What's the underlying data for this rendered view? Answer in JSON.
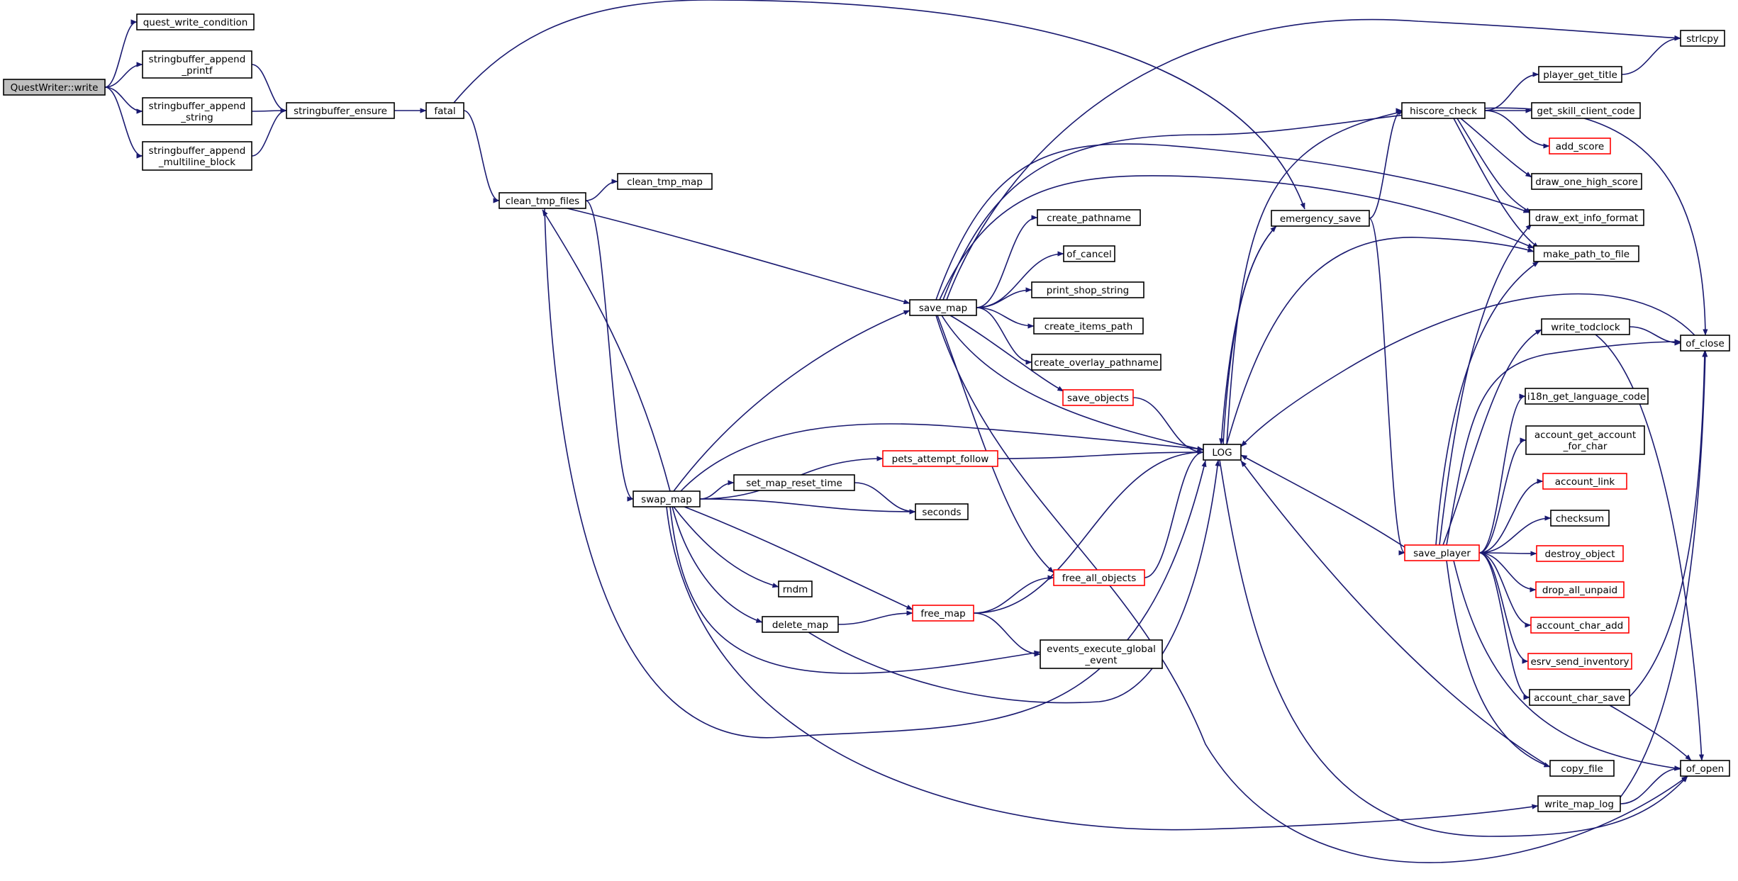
{
  "colors": {
    "edge": "#191970",
    "normal_border": "#000000",
    "linked_border": "#ff0000",
    "root_fill": "#bfbfbf",
    "node_fill": "#ffffff"
  },
  "nodes": {
    "questwriter_write": {
      "label": [
        "QuestWriter::write"
      ],
      "style": "root"
    },
    "quest_write_condition": {
      "label": [
        "quest_write_condition"
      ],
      "style": "normal"
    },
    "stringbuffer_append_printf": {
      "label": [
        "stringbuffer_append",
        "_printf"
      ],
      "style": "normal"
    },
    "stringbuffer_append_string": {
      "label": [
        "stringbuffer_append",
        "_string"
      ],
      "style": "normal"
    },
    "stringbuffer_append_multiline_block": {
      "label": [
        "stringbuffer_append",
        "_multiline_block"
      ],
      "style": "normal"
    },
    "stringbuffer_ensure": {
      "label": [
        "stringbuffer_ensure"
      ],
      "style": "normal"
    },
    "fatal": {
      "label": [
        "fatal"
      ],
      "style": "normal"
    },
    "clean_tmp_files": {
      "label": [
        "clean_tmp_files"
      ],
      "style": "normal"
    },
    "clean_tmp_map": {
      "label": [
        "clean_tmp_map"
      ],
      "style": "normal"
    },
    "swap_map": {
      "label": [
        "swap_map"
      ],
      "style": "normal"
    },
    "save_map": {
      "label": [
        "save_map"
      ],
      "style": "normal"
    },
    "create_pathname": {
      "label": [
        "create_pathname"
      ],
      "style": "normal"
    },
    "of_cancel": {
      "label": [
        "of_cancel"
      ],
      "style": "normal"
    },
    "print_shop_string": {
      "label": [
        "print_shop_string"
      ],
      "style": "normal"
    },
    "create_items_path": {
      "label": [
        "create_items_path"
      ],
      "style": "normal"
    },
    "create_overlay_pathname": {
      "label": [
        "create_overlay_pathname"
      ],
      "style": "normal"
    },
    "save_objects": {
      "label": [
        "save_objects"
      ],
      "style": "linked"
    },
    "pets_attempt_follow": {
      "label": [
        "pets_attempt_follow"
      ],
      "style": "linked"
    },
    "set_map_reset_time": {
      "label": [
        "set_map_reset_time"
      ],
      "style": "normal"
    },
    "seconds": {
      "label": [
        "seconds"
      ],
      "style": "normal"
    },
    "rndm": {
      "label": [
        "rndm"
      ],
      "style": "normal"
    },
    "delete_map": {
      "label": [
        "delete_map"
      ],
      "style": "normal"
    },
    "free_map": {
      "label": [
        "free_map"
      ],
      "style": "linked"
    },
    "free_all_objects": {
      "label": [
        "free_all_objects"
      ],
      "style": "linked"
    },
    "events_execute_global_event": {
      "label": [
        "events_execute_global",
        "_event"
      ],
      "style": "normal"
    },
    "log": {
      "label": [
        "LOG"
      ],
      "style": "normal"
    },
    "emergency_save": {
      "label": [
        "emergency_save"
      ],
      "style": "normal"
    },
    "hiscore_check": {
      "label": [
        "hiscore_check"
      ],
      "style": "normal"
    },
    "save_player": {
      "label": [
        "save_player"
      ],
      "style": "linked"
    },
    "strlcpy": {
      "label": [
        "strlcpy"
      ],
      "style": "normal"
    },
    "player_get_title": {
      "label": [
        "player_get_title"
      ],
      "style": "normal"
    },
    "get_skill_client_code": {
      "label": [
        "get_skill_client_code"
      ],
      "style": "normal"
    },
    "add_score": {
      "label": [
        "add_score"
      ],
      "style": "linked"
    },
    "draw_one_high_score": {
      "label": [
        "draw_one_high_score"
      ],
      "style": "normal"
    },
    "draw_ext_info_format": {
      "label": [
        "draw_ext_info_format"
      ],
      "style": "normal"
    },
    "make_path_to_file": {
      "label": [
        "make_path_to_file"
      ],
      "style": "normal"
    },
    "write_todclock": {
      "label": [
        "write_todclock"
      ],
      "style": "normal"
    },
    "of_close": {
      "label": [
        "of_close"
      ],
      "style": "normal"
    },
    "i18n_get_language_code": {
      "label": [
        "i18n_get_language_code"
      ],
      "style": "normal"
    },
    "account_get_account_for_char": {
      "label": [
        "account_get_account",
        "_for_char"
      ],
      "style": "normal"
    },
    "account_link": {
      "label": [
        "account_link"
      ],
      "style": "linked"
    },
    "checksum": {
      "label": [
        "checksum"
      ],
      "style": "normal"
    },
    "destroy_object": {
      "label": [
        "destroy_object"
      ],
      "style": "linked"
    },
    "drop_all_unpaid": {
      "label": [
        "drop_all_unpaid"
      ],
      "style": "linked"
    },
    "account_char_add": {
      "label": [
        "account_char_add"
      ],
      "style": "linked"
    },
    "esrv_send_inventory": {
      "label": [
        "esrv_send_inventory"
      ],
      "style": "linked"
    },
    "account_char_save": {
      "label": [
        "account_char_save"
      ],
      "style": "normal"
    },
    "copy_file": {
      "label": [
        "copy_file"
      ],
      "style": "normal"
    },
    "of_open": {
      "label": [
        "of_open"
      ],
      "style": "normal"
    },
    "write_map_log": {
      "label": [
        "write_map_log"
      ],
      "style": "normal"
    }
  },
  "edges": [
    [
      "questwriter_write",
      "quest_write_condition"
    ],
    [
      "questwriter_write",
      "stringbuffer_append_printf"
    ],
    [
      "questwriter_write",
      "stringbuffer_append_string"
    ],
    [
      "questwriter_write",
      "stringbuffer_append_multiline_block"
    ],
    [
      "stringbuffer_append_printf",
      "stringbuffer_ensure"
    ],
    [
      "stringbuffer_append_string",
      "stringbuffer_ensure"
    ],
    [
      "stringbuffer_append_multiline_block",
      "stringbuffer_ensure"
    ],
    [
      "stringbuffer_ensure",
      "fatal"
    ],
    [
      "fatal",
      "clean_tmp_files"
    ],
    [
      "fatal",
      "emergency_save"
    ],
    [
      "clean_tmp_files",
      "clean_tmp_map"
    ],
    [
      "clean_tmp_files",
      "save_map"
    ],
    [
      "clean_tmp_files",
      "swap_map"
    ],
    [
      "clean_tmp_files",
      "log"
    ],
    [
      "swap_map",
      "save_map"
    ],
    [
      "swap_map",
      "log"
    ],
    [
      "swap_map",
      "pets_attempt_follow"
    ],
    [
      "swap_map",
      "set_map_reset_time"
    ],
    [
      "swap_map",
      "seconds"
    ],
    [
      "swap_map",
      "rndm"
    ],
    [
      "swap_map",
      "delete_map"
    ],
    [
      "swap_map",
      "free_map"
    ],
    [
      "swap_map",
      "events_execute_global_event"
    ],
    [
      "swap_map",
      "write_map_log"
    ],
    [
      "swap_map",
      "clean_tmp_files"
    ],
    [
      "set_map_reset_time",
      "seconds"
    ],
    [
      "save_map",
      "create_pathname"
    ],
    [
      "save_map",
      "of_cancel"
    ],
    [
      "save_map",
      "print_shop_string"
    ],
    [
      "save_map",
      "create_items_path"
    ],
    [
      "save_map",
      "create_overlay_pathname"
    ],
    [
      "save_map",
      "save_objects"
    ],
    [
      "save_map",
      "log"
    ],
    [
      "save_map",
      "free_all_objects"
    ],
    [
      "save_map",
      "strlcpy"
    ],
    [
      "save_map",
      "of_close"
    ],
    [
      "save_map",
      "draw_ext_info_format"
    ],
    [
      "save_map",
      "make_path_to_file"
    ],
    [
      "save_map",
      "of_open"
    ],
    [
      "save_objects",
      "log"
    ],
    [
      "pets_attempt_follow",
      "log"
    ],
    [
      "delete_map",
      "free_map"
    ],
    [
      "delete_map",
      "log"
    ],
    [
      "free_map",
      "free_all_objects"
    ],
    [
      "free_map",
      "events_execute_global_event"
    ],
    [
      "free_map",
      "log"
    ],
    [
      "free_all_objects",
      "log"
    ],
    [
      "emergency_save",
      "hiscore_check"
    ],
    [
      "emergency_save",
      "save_player"
    ],
    [
      "emergency_save",
      "log"
    ],
    [
      "log",
      "emergency_save"
    ],
    [
      "log",
      "hiscore_check"
    ],
    [
      "log",
      "make_path_to_file"
    ],
    [
      "log",
      "of_open"
    ],
    [
      "hiscore_check",
      "player_get_title"
    ],
    [
      "hiscore_check",
      "get_skill_client_code"
    ],
    [
      "hiscore_check",
      "add_score"
    ],
    [
      "hiscore_check",
      "draw_one_high_score"
    ],
    [
      "hiscore_check",
      "draw_ext_info_format"
    ],
    [
      "hiscore_check",
      "make_path_to_file"
    ],
    [
      "player_get_title",
      "strlcpy"
    ],
    [
      "save_player",
      "log"
    ],
    [
      "save_player",
      "draw_ext_info_format"
    ],
    [
      "save_player",
      "make_path_to_file"
    ],
    [
      "save_player",
      "write_todclock"
    ],
    [
      "save_player",
      "of_close"
    ],
    [
      "save_player",
      "i18n_get_language_code"
    ],
    [
      "save_player",
      "account_get_account_for_char"
    ],
    [
      "save_player",
      "account_link"
    ],
    [
      "save_player",
      "checksum"
    ],
    [
      "save_player",
      "destroy_object"
    ],
    [
      "save_player",
      "drop_all_unpaid"
    ],
    [
      "save_player",
      "account_char_add"
    ],
    [
      "save_player",
      "esrv_send_inventory"
    ],
    [
      "save_player",
      "account_char_save"
    ],
    [
      "save_player",
      "copy_file"
    ],
    [
      "save_player",
      "of_open"
    ],
    [
      "write_todclock",
      "of_close"
    ],
    [
      "write_todclock",
      "of_open"
    ],
    [
      "account_char_save",
      "of_close"
    ],
    [
      "account_char_save",
      "of_open"
    ],
    [
      "copy_file",
      "log"
    ],
    [
      "write_map_log",
      "of_open"
    ],
    [
      "write_map_log",
      "of_close"
    ],
    [
      "of_close",
      "log"
    ]
  ]
}
